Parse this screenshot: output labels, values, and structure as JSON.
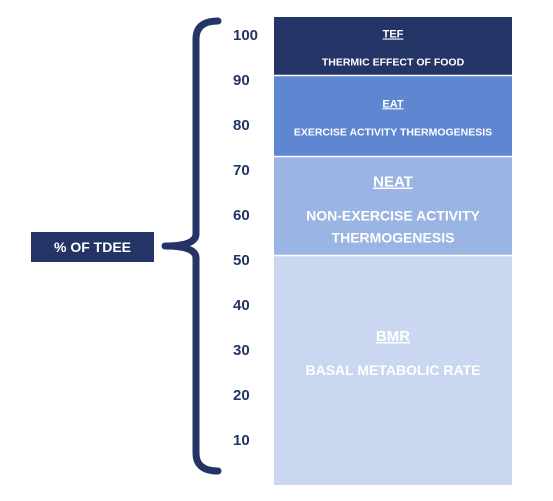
{
  "chart_data": {
    "type": "bar",
    "orientation": "stacked-vertical",
    "y_ticks": [
      10,
      20,
      30,
      40,
      50,
      60,
      70,
      80,
      90,
      100
    ],
    "ylim": [
      0,
      100
    ],
    "grid": false,
    "segments": [
      {
        "abbr": "BMR",
        "name_lines": [
          "BASAL METABOLIC RATE"
        ],
        "from": 0,
        "to": 51,
        "color": "#c9d7f1",
        "text_color": "#ffffff"
      },
      {
        "abbr": "NEAT",
        "name_lines": [
          "NON-EXERCISE ACTIVITY",
          "THERMOGENESIS"
        ],
        "from": 51,
        "to": 73,
        "color": "#9ab4e3",
        "text_color": "#ffffff"
      },
      {
        "abbr": "EAT",
        "name_lines": [
          "EXERCISE ACTIVITY THERMOGENESIS"
        ],
        "from": 73,
        "to": 91,
        "color": "#5f86d0",
        "text_color": "#ffffff"
      },
      {
        "abbr": "TEF",
        "name_lines": [
          "THERMIC EFFECT OF FOOD"
        ],
        "from": 91,
        "to": 104,
        "color": "#243466",
        "text_color": "#ffffff"
      }
    ],
    "bracket_label": "% OF TDEE",
    "colors": {
      "axis_text": "#243466",
      "bracket": "#243466",
      "label_box": "#243466",
      "label_text": "#ffffff"
    }
  }
}
